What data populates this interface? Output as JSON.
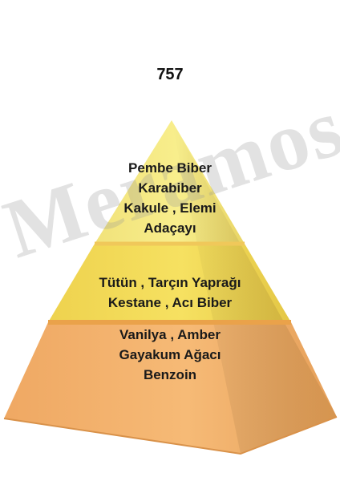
{
  "title": "757",
  "watermark": "Meramosa",
  "tiers": {
    "top": {
      "name": "top-notes",
      "lines": [
        "Pembe Biber",
        "Karabiber",
        "Kakule , Elemi",
        "Adaçayı"
      ]
    },
    "middle": {
      "name": "middle-notes",
      "lines": [
        "Tütün , Tarçın Yaprağı",
        "Kestane , Acı Biber"
      ]
    },
    "base": {
      "name": "base-notes",
      "lines": [
        "Vanilya , Amber",
        "Gayakum Ağacı",
        "Benzoin"
      ]
    }
  },
  "colors": {
    "top_tier": "#f6ea7a",
    "middle_tier": "#f3dc58",
    "base_tier": "#f3b26b",
    "divider": "#eaa24a"
  }
}
